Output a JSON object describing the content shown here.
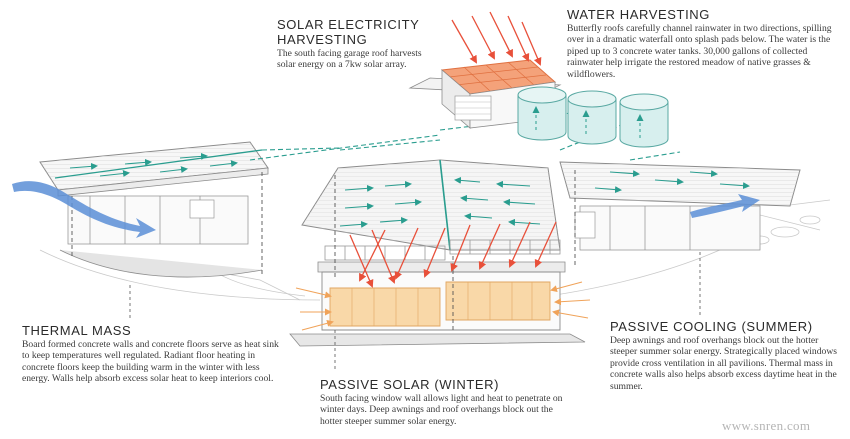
{
  "labels": {
    "solar_electricity": {
      "title_line1": "SOLAR ELECTRICITY",
      "title_line2": "HARVESTING",
      "body": "The south facing garage roof harvests solar energy on a 7kw solar array."
    },
    "water_harvesting": {
      "title": "WATER HARVESTING",
      "body": "Butterfly roofs carefully channel rainwater in two directions, spilling over in a dramatic waterfall onto splash pads below.  The water is the piped up to 3 concrete water tanks. 30,000 gallons of collected rainwater help irrigate the restored meadow of native grasses & wildflowers."
    },
    "thermal_mass": {
      "title": "THERMAL MASS",
      "body": "Board formed concrete walls and concrete floors serve as heat sink to keep temperatures well regulated.  Radiant floor heating in concrete floors keep the building warm in the winter with less energy.  Walls help absorb excess solar heat to keep interiors cool."
    },
    "passive_solar": {
      "title": "PASSIVE SOLAR (WINTER)",
      "body": "South facing window wall allows light and heat to penetrate on winter days.  Deep awnings and roof overhangs block out the hotter steeper summer solar energy."
    },
    "passive_cooling": {
      "title": "PASSIVE COOLING (SUMMER)",
      "body": "Deep awnings and roof overhangs block out the hotter steeper summer solar energy. Strategically placed windows provide cross ventilation in all pavilions. Thermal mass in concrete walls also helps absorb excess daytime heat in the summer."
    }
  },
  "watermark": "www.snren.com",
  "colors": {
    "sun_arrow": "#e8503a",
    "water": "#2a9d8f",
    "water_tank_fill": "#d7efee",
    "solar_panel": "#f4a27a",
    "warm_floor": "#f9d8a8",
    "heat_arrow": "#f0a35a",
    "wind": "#5b8ed6",
    "line": "#8c8c8c"
  }
}
